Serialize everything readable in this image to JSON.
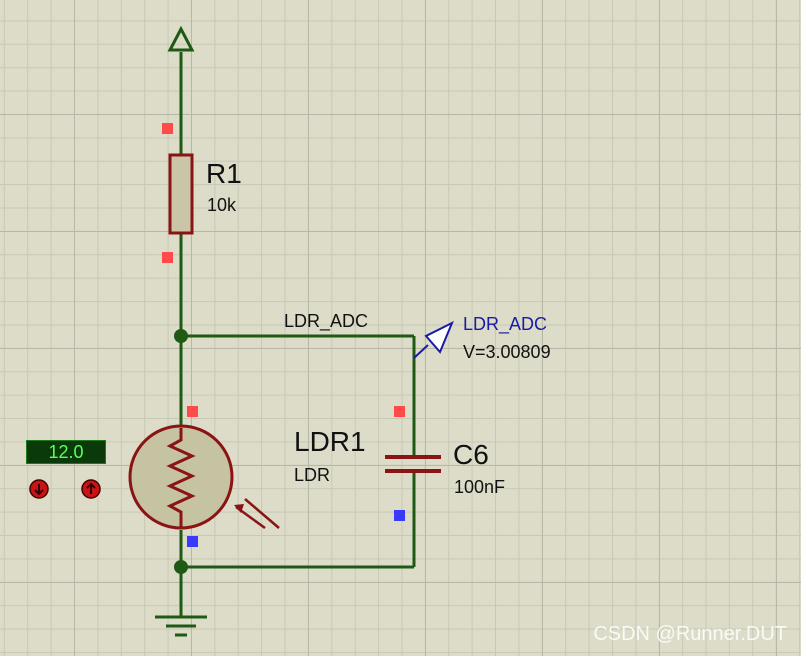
{
  "components": {
    "resistor": {
      "ref": "R1",
      "value": "10k"
    },
    "ldr": {
      "ref": "LDR1",
      "value": "LDR"
    },
    "capacitor": {
      "ref": "C6",
      "value": "100nF"
    }
  },
  "net_label": "LDR_ADC",
  "probe": {
    "name": "LDR_ADC",
    "voltage": "V=3.00809"
  },
  "light_readout": "12.0",
  "watermark": "CSDN @Runner.DUT",
  "colors": {
    "wire": "#1e5a14",
    "component": "#8a1414",
    "pin_red": "#ff4a4a",
    "pin_blue": "#3a3aff",
    "probe": "#1a1aa8"
  }
}
